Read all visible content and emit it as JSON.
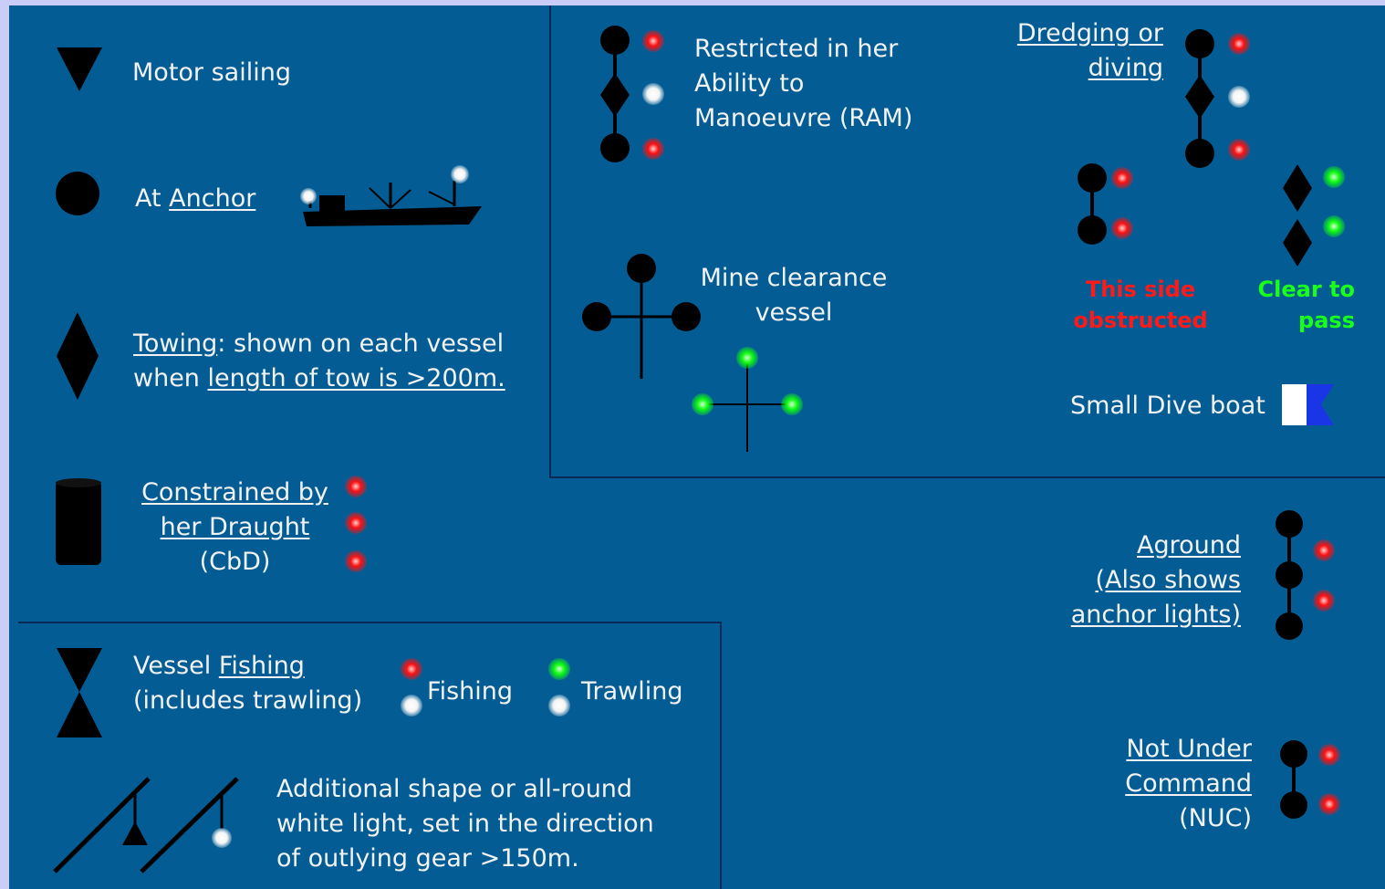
{
  "colors": {
    "background": "#035d94",
    "frame": "#c9cdf7",
    "red_light": "#ff1010",
    "green_light": "#10ff10",
    "white_light": "#ffffff",
    "dive_flag_blue": "#1a35e6"
  },
  "motor_sailing": {
    "label": "Motor sailing",
    "shape_icon": "cone-down-icon"
  },
  "anchor": {
    "prefix": "At ",
    "link": "Anchor",
    "shape_icon": "ball-icon",
    "ship_icon": "anchored-ship-icon"
  },
  "towing": {
    "link": "Towing",
    "line1_rest": ": shown on each vessel",
    "line2_prefix": "when ",
    "line2_link": "length of tow is >200m.",
    "shape_icon": "diamond-icon"
  },
  "cbd": {
    "line1": "Constrained by ",
    "line2": "her Draught ",
    "line3": "(CbD)",
    "shape_icon": "cylinder-icon"
  },
  "fishing": {
    "line1_prefix": "Vessel ",
    "line1_link": "Fishing ",
    "line2": "(includes trawling)",
    "fishing_label": "Fishing",
    "trawling_label": "Trawling",
    "shape_icon": "two-cones-icon"
  },
  "outlying_gear": {
    "lines": [
      "Additional shape or all-round",
      "white light, set in the direction",
      "of outlying gear >150m."
    ]
  },
  "ram": {
    "lines": [
      "Restricted in her",
      "Ability to",
      "Manoeuvre (RAM)"
    ]
  },
  "dredging": {
    "line1": "Dredging or ",
    "line2": "diving"
  },
  "mine_clearance": {
    "line1": "Mine clearance",
    "line2": "vessel"
  },
  "obstructed": {
    "line1": "This side",
    "line2": "obstructed"
  },
  "clear_pass": {
    "line1": "Clear to",
    "line2": "pass"
  },
  "dive_boat": {
    "label": "Small Dive boat",
    "flag_icon": "alpha-flag-icon"
  },
  "aground": {
    "line1": "Aground",
    "line2": "(Also shows ",
    "line3": "anchor lights)"
  },
  "nuc": {
    "line1": "Not Under ",
    "line2": "Command",
    "line3": "(NUC)"
  }
}
